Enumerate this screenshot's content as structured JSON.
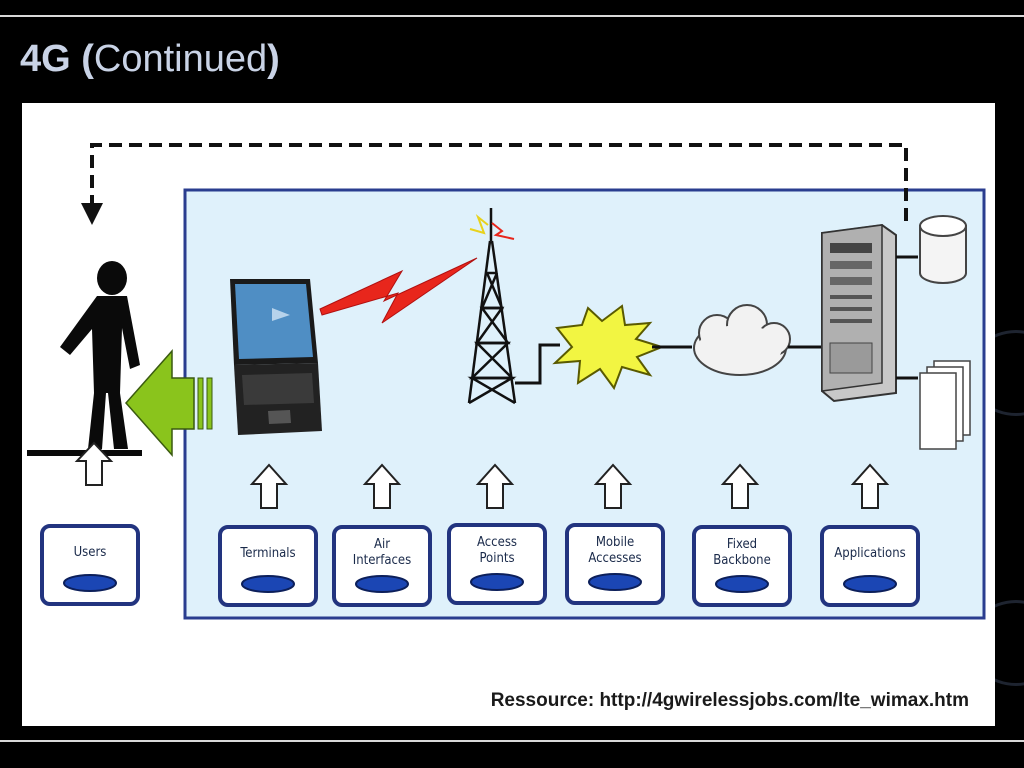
{
  "slide": {
    "title_bold": "4G (",
    "title_light": "Continued",
    "title_close": ")",
    "source": "Ressource: http://4gwirelessjobs.com/lte_wimax.htm"
  },
  "diagram": {
    "labels": {
      "users": [
        "Users"
      ],
      "terminals": [
        "Terminals"
      ],
      "air_interfaces": [
        "Air",
        "Interfaces"
      ],
      "access_points": [
        "Access",
        "Points"
      ],
      "mobile_accesses": [
        "Mobile",
        "Accesses"
      ],
      "fixed_backbone": [
        "Fixed",
        "Backbone"
      ],
      "applications": [
        "Applications"
      ]
    },
    "colors": {
      "system_area": "#dff1fb",
      "system_border": "#2a3d8f",
      "label_border": "#22347f",
      "label_oval": "#1b46b4",
      "green_arrow": "#8ac41c",
      "burst": "#f2f542",
      "signal": "#e8261c"
    },
    "icons": [
      "person-icon",
      "laptop-icon",
      "lightning-icon",
      "tower-icon",
      "burst-icon",
      "cloud-icon",
      "server-icon",
      "database-icon",
      "documents-icon"
    ]
  }
}
